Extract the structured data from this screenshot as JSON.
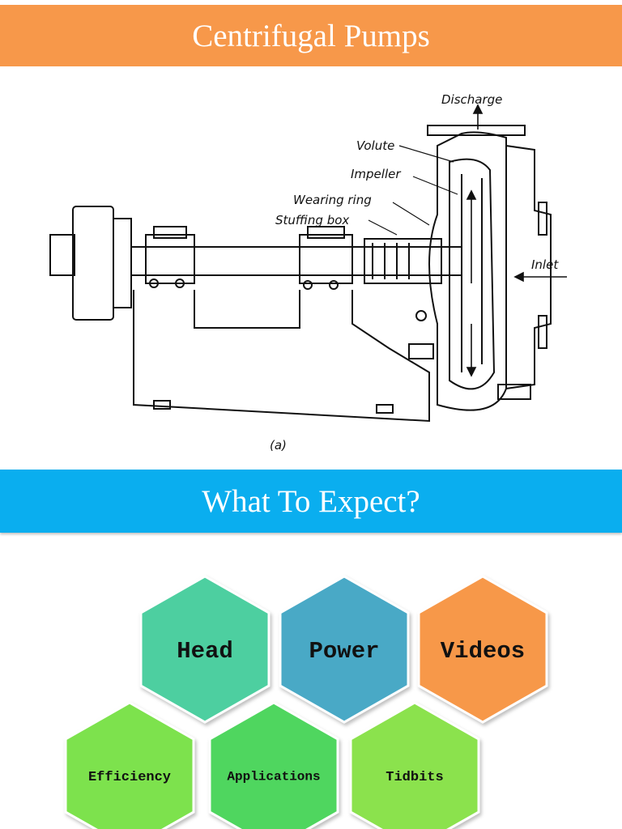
{
  "header": {
    "title": "Centrifugal Pumps",
    "color": "#f7984a"
  },
  "diagram": {
    "labels": {
      "discharge": "Discharge",
      "volute": "Volute",
      "impeller": "Impeller",
      "wearing_ring": "Wearing ring",
      "stuffing_box": "Stuffing box",
      "inlet": "Inlet",
      "caption": "(a)"
    }
  },
  "section": {
    "title": "What To Expect?",
    "color": "#0aaeef"
  },
  "topics": [
    {
      "label": "Head",
      "color": "#4ecfa0"
    },
    {
      "label": "Power",
      "color": "#4aa9c6"
    },
    {
      "label": "Videos",
      "color": "#f7984a"
    },
    {
      "label": "Efficiency",
      "color": "#7de24d"
    },
    {
      "label": "Applications",
      "color": "#4fd65e"
    },
    {
      "label": "Tidbits",
      "color": "#8be24d"
    }
  ]
}
